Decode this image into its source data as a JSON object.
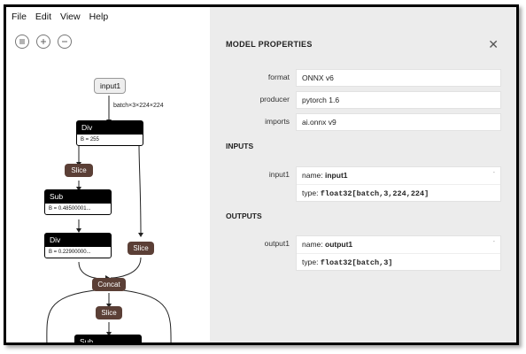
{
  "menu": [
    "File",
    "Edit",
    "View",
    "Help"
  ],
  "graph": {
    "input": "input1",
    "input_shape": "batch×3×224×224",
    "nodes": {
      "div1": {
        "name": "Div",
        "attr": "B = 255"
      },
      "slice1": "Slice",
      "sub1": {
        "name": "Sub",
        "attr": "B = 0.48500001..."
      },
      "div2": {
        "name": "Div",
        "attr": "B = 0.22900000..."
      },
      "slice2": "Slice",
      "concat": "Concat",
      "slice3": "Slice",
      "sub2": {
        "name": "Sub"
      }
    }
  },
  "panel": {
    "title": "MODEL PROPERTIES",
    "props": [
      {
        "label": "format",
        "value": "ONNX v6"
      },
      {
        "label": "producer",
        "value": "pytorch 1.6"
      },
      {
        "label": "imports",
        "value": "ai.onnx v9"
      }
    ],
    "inputs_title": "INPUTS",
    "input": {
      "label": "input1",
      "name_prefix": "name: ",
      "name": "input1",
      "type_prefix": "type: ",
      "type": "float32[batch,3,224,224]"
    },
    "outputs_title": "OUTPUTS",
    "output": {
      "label": "output1",
      "name_prefix": "name: ",
      "name": "output1",
      "type_prefix": "type: ",
      "type": "float32[batch,3]"
    },
    "expand_glyph": "-"
  }
}
